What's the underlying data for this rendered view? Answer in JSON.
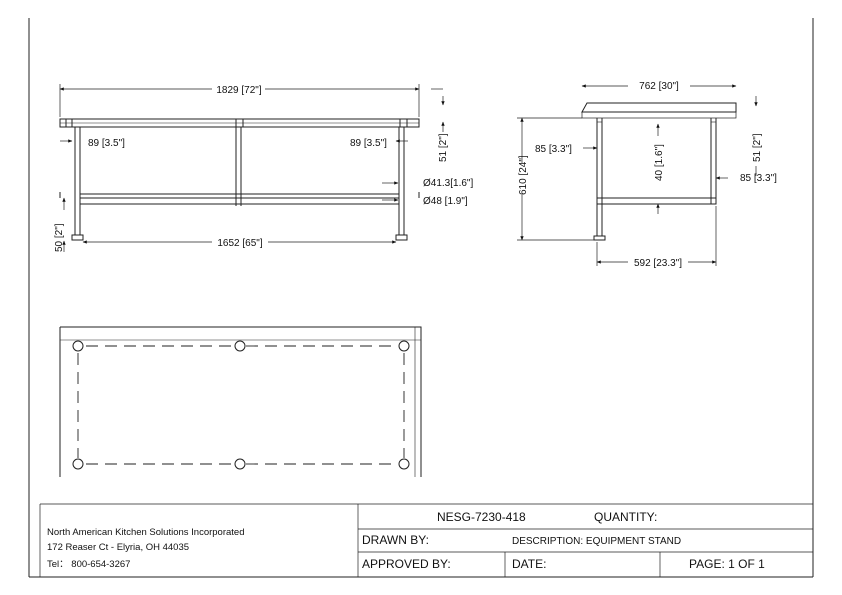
{
  "front_view": {
    "overall_length": "1829 [72\"]",
    "leg_inset_left": "89 [3.5\"]",
    "leg_inset_right": "89 [3.5\"]",
    "shelf_thickness": "51 [2\"]",
    "bar_diameter": "Ø41.3[1.6\"]",
    "leg_diameter": "Ø48 [1.9\"]",
    "foot_height": "50 [2\"]",
    "leg_span": "1652 [65\"]"
  },
  "side_view": {
    "overall_depth": "762 [30\"]",
    "top_overhang": "85 [3.3\"]",
    "overall_height": "610 [24\"]",
    "crossbar_height": "40 [1.6\"]",
    "shelf_thickness": "51 [2\"]",
    "right_overhang": "85 [3.3\"]",
    "leg_span_depth": "592 [23.3\"]"
  },
  "title_block": {
    "company_name": "North American Kitchen Solutions Incorporated",
    "company_address": "172 Reaser Ct - Elyria, OH 44035",
    "company_phone": "Tel： 800-654-3267",
    "part_number": "NESG-7230-418",
    "quantity_label": "QUANTITY:",
    "drawn_by_label": "DRAWN BY:",
    "description": "DESCRIPTION: EQUIPMENT STAND",
    "approved_by_label": "APPROVED BY:",
    "date_label": "DATE:",
    "page_label": "PAGE:  1  OF  1"
  }
}
